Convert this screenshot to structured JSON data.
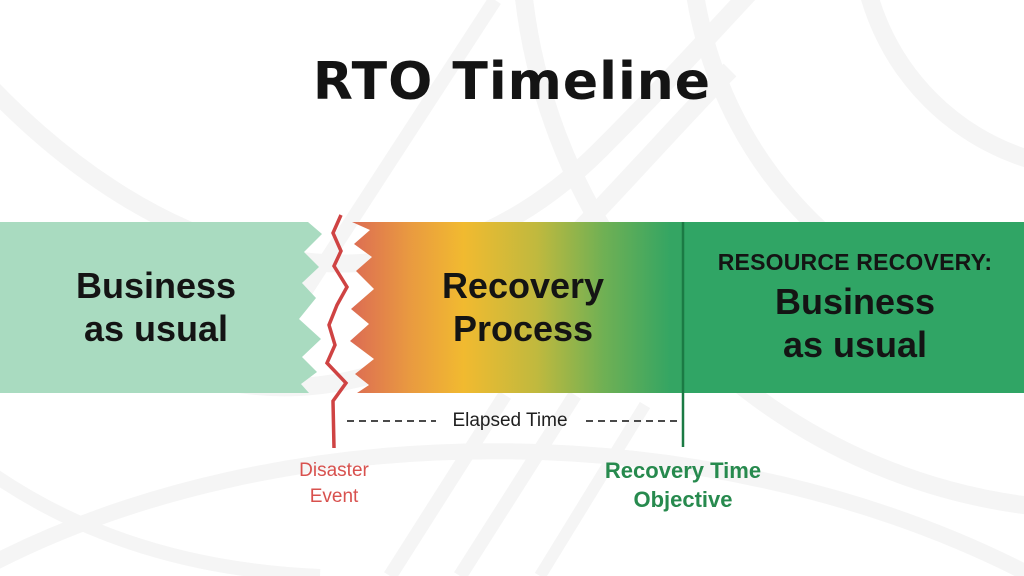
{
  "title": "RTO Timeline",
  "timeline": {
    "segments": [
      {
        "id": "business-before",
        "line1": "Business",
        "line2": "as usual"
      },
      {
        "id": "recovery-process",
        "line1": "Recovery",
        "line2": "Process"
      },
      {
        "id": "business-after",
        "overline": "RESOURCE RECOVERY:",
        "line1": "Business",
        "line2": "as usual"
      }
    ]
  },
  "annotations": {
    "elapsed_time": "Elapsed Time",
    "disaster_event": {
      "line1": "Disaster",
      "line2": "Event"
    },
    "recovery_time_objective": {
      "line1": "Recovery Time",
      "line2": "Objective"
    }
  },
  "colors": {
    "text_dark": "#141414",
    "left_segment": "#a9dbc0",
    "right_segment": "#30a565",
    "gradient_start": "#dc6b54",
    "gradient_orange": "#e99a40",
    "gradient_yellow": "#f1ba30",
    "gradient_yellowgreen": "#c0b93e",
    "gradient_green": "#6fb054",
    "gradient_end": "#34a563",
    "disaster_line": "#cf4343",
    "disaster_text": "#d8514e",
    "rto_green": "#278a4e",
    "rto_line": "#1b7a44",
    "dashed_line": "#4a4a4a",
    "bg_pattern": "#f5f5f5"
  }
}
